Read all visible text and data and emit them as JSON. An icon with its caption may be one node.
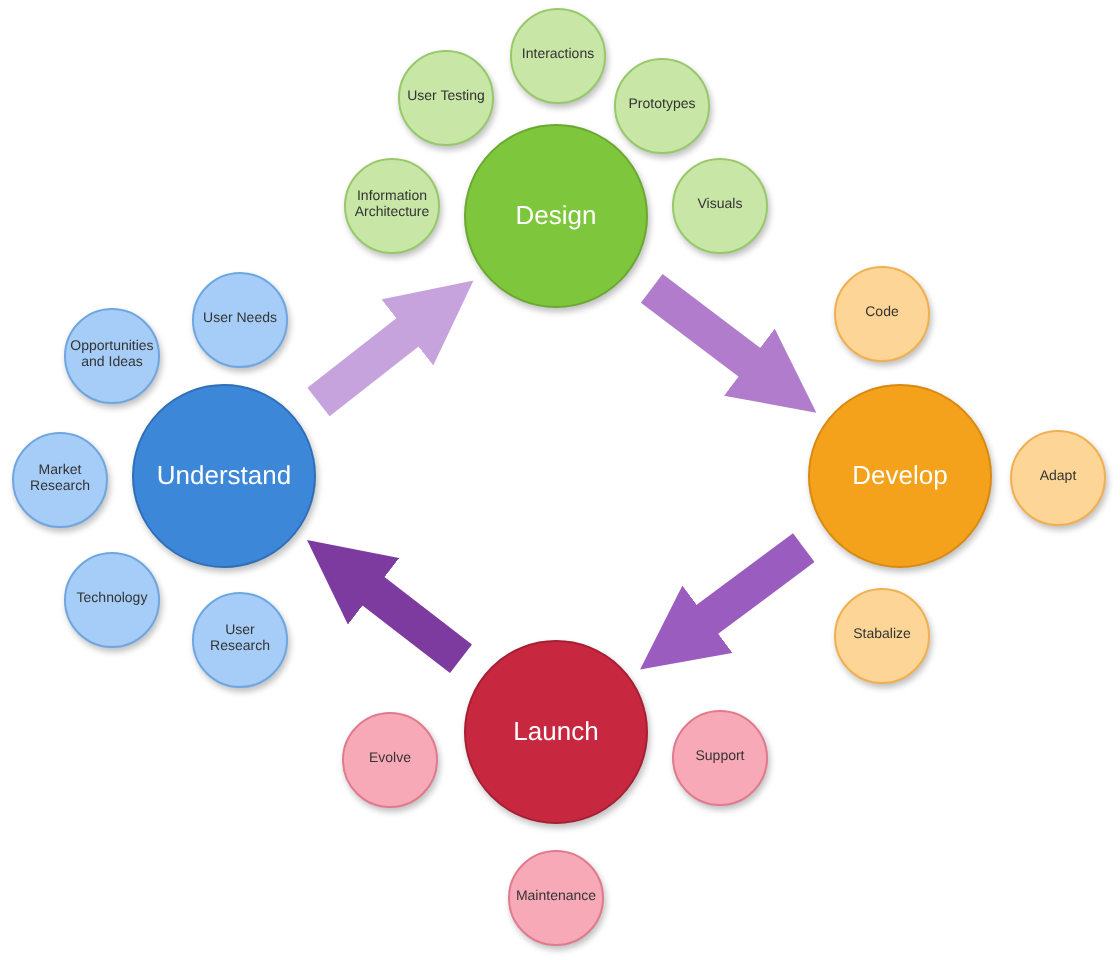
{
  "diagram": {
    "nodes": [
      {
        "text": [
          "Interactions"
        ]
      },
      {
        "text": [
          "User Testing"
        ]
      },
      {
        "text": [
          "Prototypes"
        ]
      },
      {
        "text": [
          "Information Architecture"
        ]
      },
      {
        "text": [
          "Design"
        ]
      },
      {
        "text": [
          "Visuals"
        ]
      },
      {
        "text": [
          "Code"
        ]
      },
      {
        "text": [
          "User Needs"
        ]
      },
      {
        "text": [
          "Opportunities and Ideas"
        ]
      },
      {
        "text": [
          "Market Research"
        ]
      },
      {
        "text": [
          "Understand"
        ]
      },
      {
        "text": [
          "Develop"
        ]
      },
      {
        "text": [
          "Adapt"
        ]
      },
      {
        "text": [
          "Technology"
        ]
      },
      {
        "text": [
          "User Research"
        ]
      },
      {
        "text": [
          "Stabalize"
        ]
      },
      {
        "text": [
          "Launch"
        ]
      },
      {
        "text": [
          "Evolve"
        ]
      },
      {
        "text": [
          "Support"
        ]
      },
      {
        "text": [
          "Maintenance"
        ]
      }
    ],
    "edges": [
      {
        "from": 10,
        "to": 4,
        "arrow": "to",
        "color": "#c7a3dd"
      },
      {
        "from": 4,
        "to": 11,
        "arrow": "to",
        "color": "#b17ccc"
      },
      {
        "from": 11,
        "to": 16,
        "arrow": "to",
        "color": "#9a5cbf"
      },
      {
        "from": 16,
        "to": 10,
        "arrow": "to",
        "color": "#7d3a9f"
      }
    ]
  }
}
